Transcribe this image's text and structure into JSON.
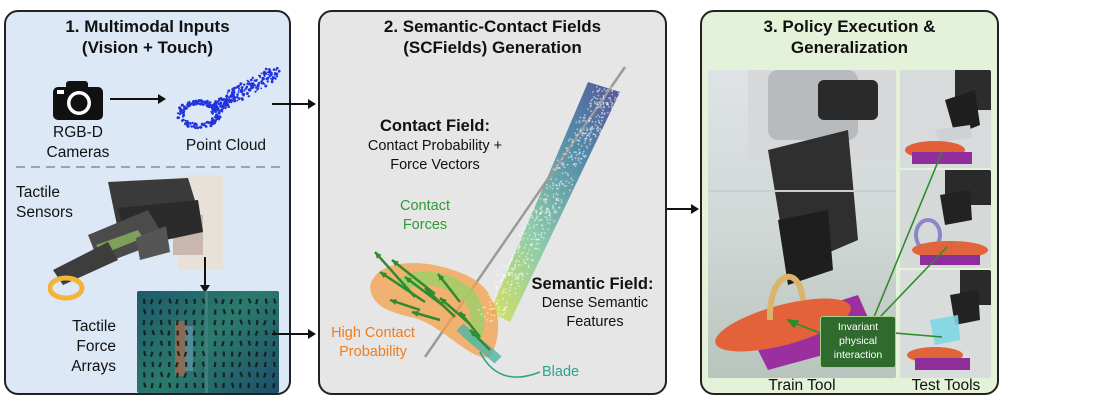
{
  "panel1": {
    "title_line1": "1. Multimodal Inputs",
    "title_line2": "(Vision + Touch)",
    "camera_line1": "RGB-D",
    "camera_line2": "Cameras",
    "point_cloud": "Point Cloud",
    "tactile_line1": "Tactile",
    "tactile_line2": "Sensors",
    "arrays_line1": "Tactile",
    "arrays_line2": "Force",
    "arrays_line3": "Arrays"
  },
  "panel2": {
    "title_line1": "2. Semantic-Contact Fields",
    "title_line2": "(SCFields) Generation",
    "contact_field_title": "Contact Field:",
    "contact_field_line1": "Contact Probability +",
    "contact_field_line2": "Force Vectors",
    "contact_forces_line1": "Contact",
    "contact_forces_line2": "Forces",
    "semantic_field_title": "Semantic Field:",
    "semantic_field_line1": "Dense Semantic",
    "semantic_field_line2": "Features",
    "high_contact_line1": "High Contact",
    "high_contact_line2": "Probability",
    "blade": "Blade"
  },
  "panel3": {
    "title_line1": "3. Policy Execution &",
    "title_line2": "Generalization",
    "invariant_line1": "Invariant",
    "invariant_line2": "physical",
    "invariant_line3": "interaction",
    "train_tool": "Train Tool",
    "test_tools": "Test Tools"
  },
  "colors": {
    "panel1_bg": "#dce8f6",
    "panel2_bg": "#e6e6e6",
    "panel3_bg": "#e3f2d8",
    "contact_green": "#2e9a35",
    "high_contact_orange": "#f07d1e",
    "blade_teal": "#2aa58a",
    "invariant_box": "#2f6b2c"
  }
}
